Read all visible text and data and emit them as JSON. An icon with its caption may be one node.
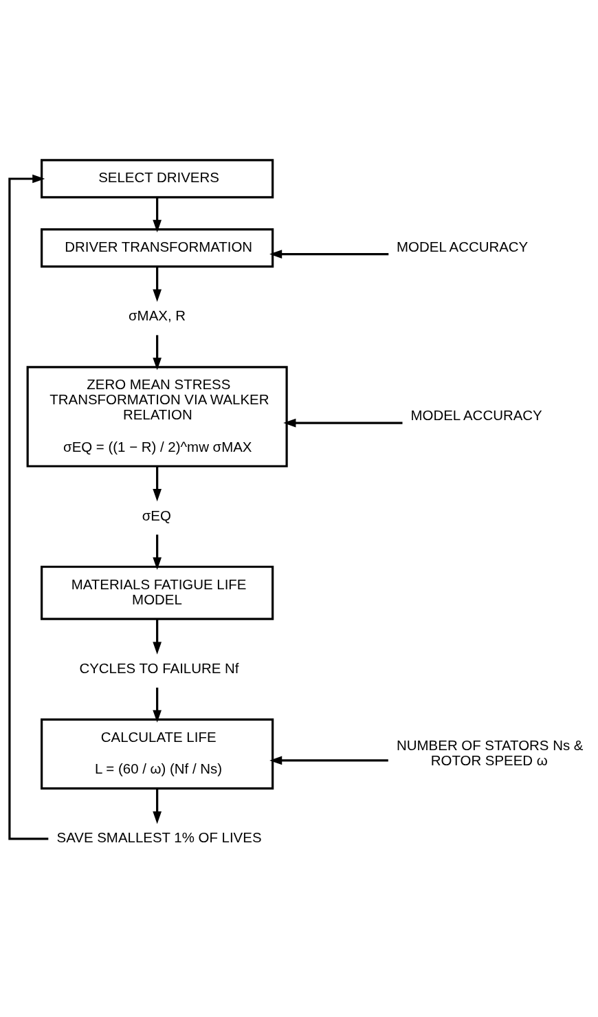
{
  "diagram": {
    "nodes": [
      {
        "text": [
          "SELECT DRIVERS"
        ]
      },
      {
        "text": [
          "DRIVER TRANSFORMATION"
        ]
      },
      {
        "text": [
          "MODEL ACCURACY"
        ]
      },
      {
        "text": [
          "σMAX, R"
        ]
      },
      {
        "text": [
          "ZERO MEAN STRESS TRANSFORMATION VIA WALKER RELATION",
          "σEQ = ((1 − R) / 2)^mw σMAX"
        ]
      },
      {
        "text": [
          "MODEL ACCURACY"
        ]
      },
      {
        "text": [
          "σEQ"
        ]
      },
      {
        "text": [
          "MATERIALS FATIGUE LIFE MODEL"
        ]
      },
      {
        "text": [
          "CYCLES TO FAILURE Nf"
        ]
      },
      {
        "text": [
          "CALCULATE LIFE",
          "L = (60 / ω) (Nf / Ns)"
        ]
      },
      {
        "text": [
          "NUMBER OF STATORS Ns & ROTOR SPEED ω"
        ]
      },
      {
        "text": [
          "SAVE SMALLEST 1% OF LIVES"
        ]
      }
    ],
    "edges": [
      {
        "from": 0,
        "to": 1,
        "arrow": "to"
      },
      {
        "from": 2,
        "to": 1,
        "arrow": "to"
      },
      {
        "from": 1,
        "to": 3,
        "arrow": "to"
      },
      {
        "from": 3,
        "to": 4,
        "arrow": "to"
      },
      {
        "from": 5,
        "to": 4,
        "arrow": "to"
      },
      {
        "from": 4,
        "to": 6,
        "arrow": "to"
      },
      {
        "from": 6,
        "to": 7,
        "arrow": "to"
      },
      {
        "from": 7,
        "to": 8,
        "arrow": "to"
      },
      {
        "from": 8,
        "to": 9,
        "arrow": "to"
      },
      {
        "from": 10,
        "to": 9,
        "arrow": "to"
      },
      {
        "from": 9,
        "to": 11,
        "arrow": "to"
      },
      {
        "from": 11,
        "to": 0,
        "arrow": "to"
      }
    ]
  }
}
